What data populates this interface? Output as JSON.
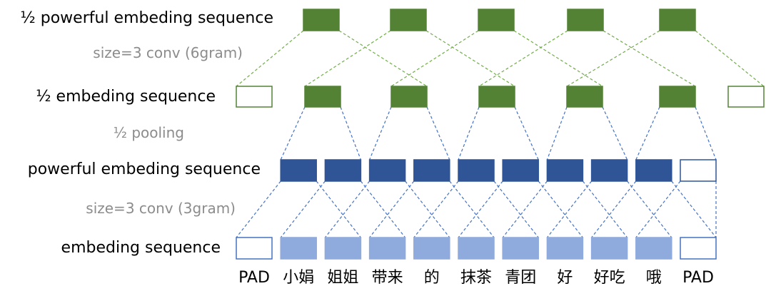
{
  "rows": {
    "row4": {
      "label": "½ powerful embeding sequence"
    },
    "row3": {
      "label": "½ embeding sequence"
    },
    "row2": {
      "label": "powerful embeding sequence"
    },
    "row1": {
      "label": "embeding sequence"
    }
  },
  "operations": {
    "conv6": "size=3 conv (6gram)",
    "pool": "½ pooling",
    "conv3": "size=3 conv (3gram)"
  },
  "tokens": [
    "PAD",
    "小娟",
    "姐姐",
    "带来",
    "的",
    "抹茶",
    "青团",
    "好",
    "好吃",
    "哦",
    "PAD"
  ],
  "colors": {
    "green": "#548235",
    "dark_blue": "#2f5597",
    "light_blue": "#8faadc",
    "green_line": "#70ad47",
    "blue_line": "#4472c4",
    "label_gray": "#8c8c8c"
  }
}
